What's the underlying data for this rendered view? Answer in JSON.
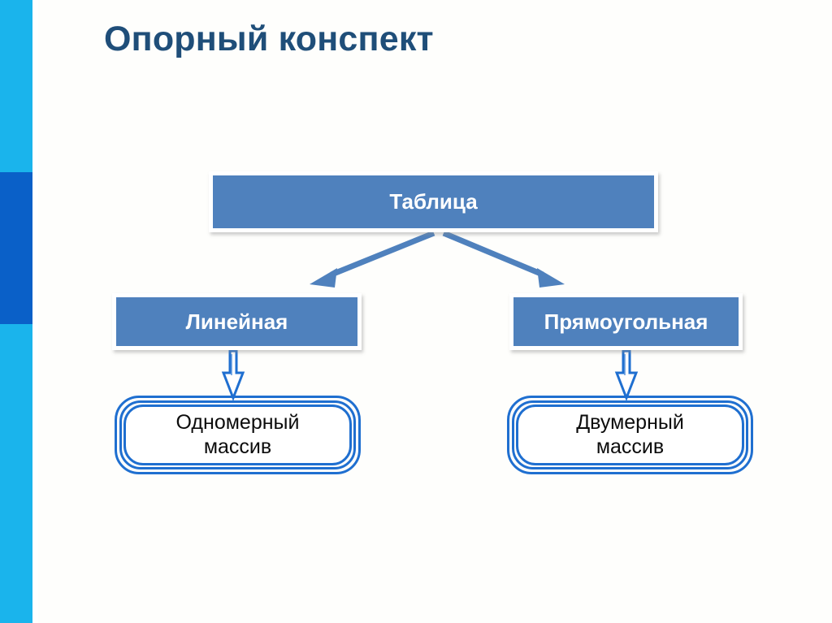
{
  "slide": {
    "title": "Опорный конспект",
    "background_color": "#fefefc",
    "title_color": "#1f4e79"
  },
  "decor": {
    "strip_color": "#1ab4ec",
    "strip_accent_color": "#0a60c8",
    "strip_name": "left-accent-strip"
  },
  "diagram": {
    "type": "hierarchy",
    "node_fill_color": "#4f81bd",
    "node_text_color": "#ffffff",
    "leaf_border_color": "#1f6fd0",
    "leaf_text_color": "#0c0c0c",
    "arrow_color": "#4f81bd",
    "block_arrow_color": "#1f6fd0",
    "nodes": {
      "root": {
        "label": "Таблица"
      },
      "left_branch": {
        "label": "Линейная"
      },
      "right_branch": {
        "label": "Прямоугольная"
      },
      "left_leaf": {
        "line1": "Одномерный",
        "line2": "массив"
      },
      "right_leaf": {
        "line1": "Двумерный",
        "line2": "массив"
      }
    },
    "edges": [
      {
        "from": "Таблица",
        "to": "Линейная",
        "style": "line-arrow"
      },
      {
        "from": "Таблица",
        "to": "Прямоугольная",
        "style": "line-arrow"
      },
      {
        "from": "Линейная",
        "to": "Одномерный массив",
        "style": "block-arrow"
      },
      {
        "from": "Прямоугольная",
        "to": "Двумерный массив",
        "style": "block-arrow"
      }
    ]
  }
}
